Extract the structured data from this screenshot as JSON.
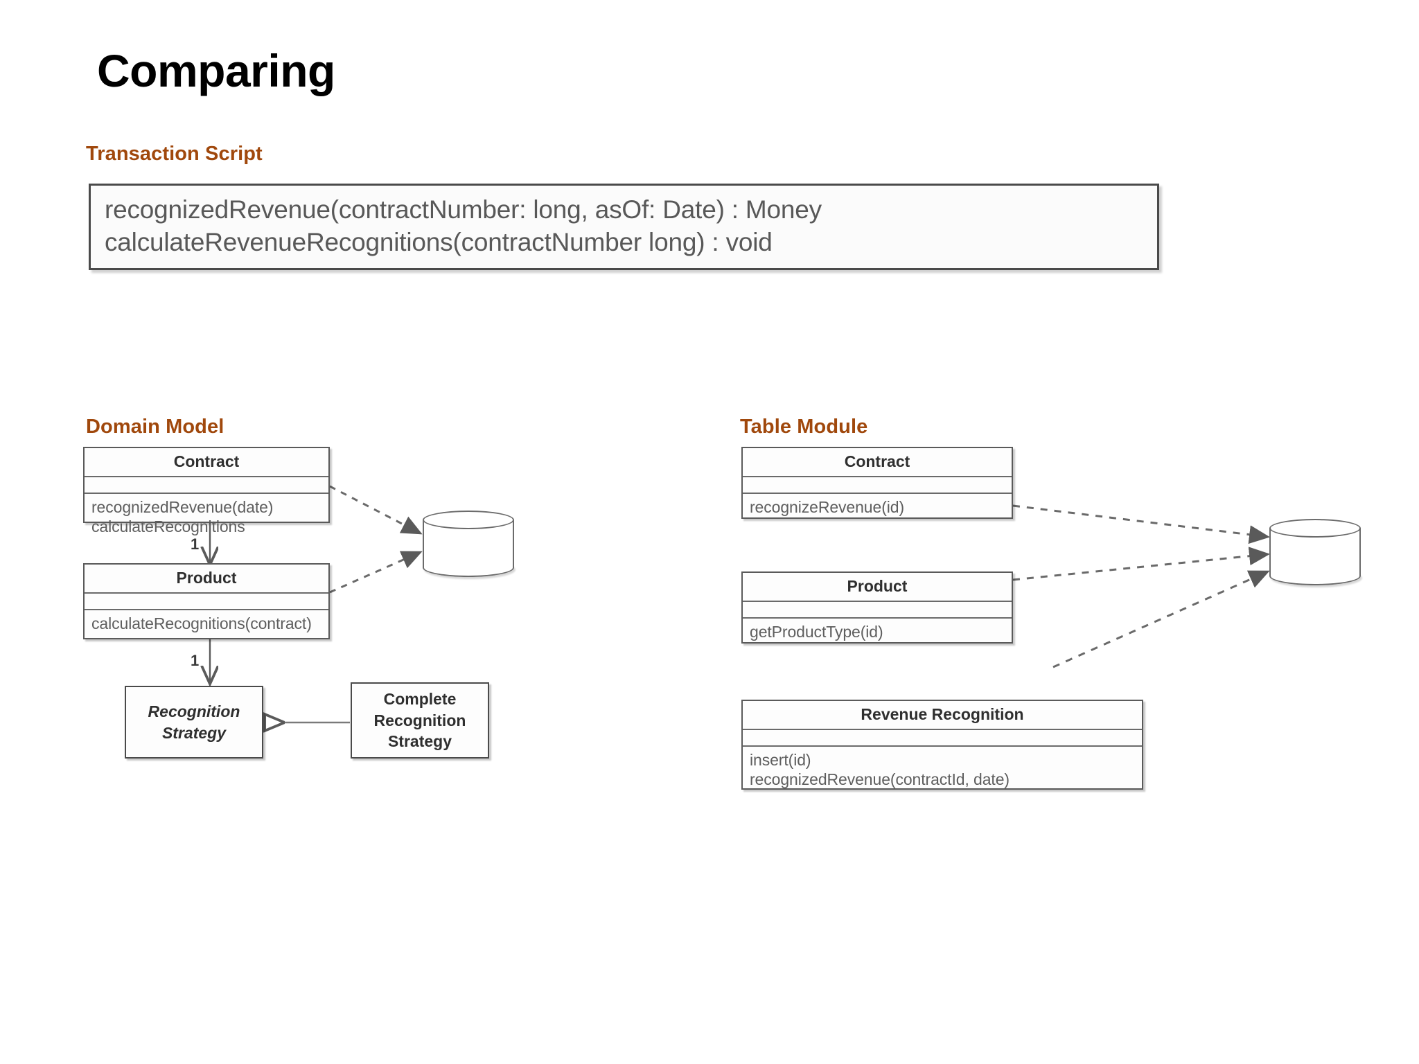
{
  "slide": {
    "title": "Comparing",
    "accent_color": "#A0480C",
    "text_color": "#000000",
    "background": "#ffffff"
  },
  "sections": {
    "transaction_script": {
      "heading": "Transaction Script",
      "signatures": [
        "recognizedRevenue(contractNumber: long, asOf: Date) : Money",
        "calculateRevenueRecognitions(contractNumber long) : void"
      ]
    },
    "domain_model": {
      "heading": "Domain Model",
      "classes": [
        {
          "name": "Contract",
          "attributes": [],
          "operations": [
            "recognizedRevenue(date)",
            "calculateRecognitions"
          ]
        },
        {
          "name": "Product",
          "attributes": [],
          "operations": [
            "calculateRecognitions(contract)"
          ]
        }
      ],
      "strategy_classes": [
        {
          "name": "Recognition\nStrategy",
          "line1": "Recognition",
          "line2": "Strategy",
          "style": "italic"
        },
        {
          "name": "Complete Recognition Strategy",
          "line1": "Complete",
          "line2": "Recognition",
          "line3": "Strategy",
          "style": "bold"
        }
      ],
      "multiplicities": [
        "1",
        "1"
      ],
      "database_label": "database-cylinder"
    },
    "table_module": {
      "heading": "Table Module",
      "classes": [
        {
          "name": "Contract",
          "attributes": [],
          "operations": [
            "recognizeRevenue(id)"
          ]
        },
        {
          "name": "Product",
          "attributes": [],
          "operations": [
            "getProductType(id)"
          ]
        },
        {
          "name": "Revenue Recognition",
          "attributes": [],
          "operations": [
            "insert(id)",
            "recognizedRevenue(contractId, date)"
          ]
        }
      ],
      "database_label": "database-cylinder"
    }
  }
}
